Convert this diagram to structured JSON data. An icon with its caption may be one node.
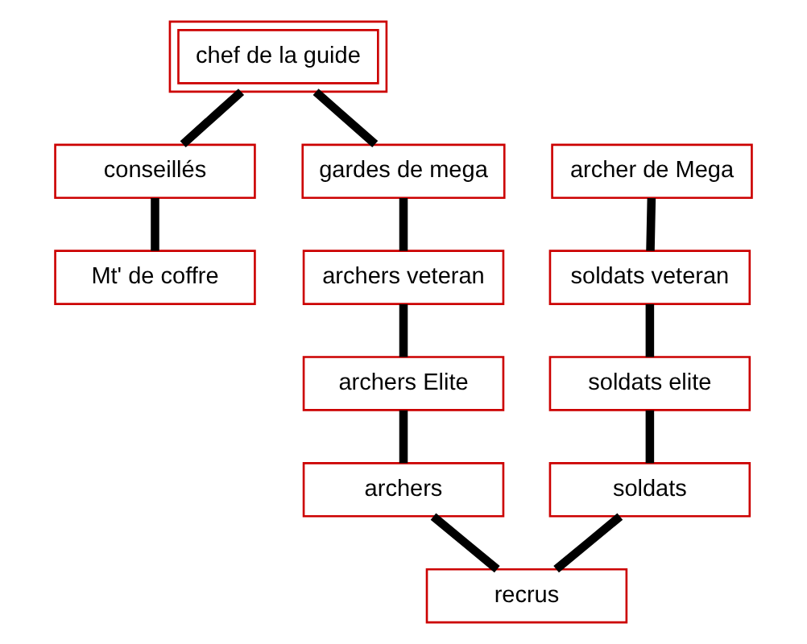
{
  "diagram": {
    "nodes": [
      {
        "text": [
          "chef de la guide"
        ]
      },
      {
        "text": [
          "conseillés"
        ]
      },
      {
        "text": [
          "gardes de mega"
        ]
      },
      {
        "text": [
          "archer de Mega"
        ]
      },
      {
        "text": [
          "Mt' de coffre"
        ]
      },
      {
        "text": [
          "archers veteran"
        ]
      },
      {
        "text": [
          "soldats veteran"
        ]
      },
      {
        "text": [
          "archers Elite"
        ]
      },
      {
        "text": [
          "soldats elite"
        ]
      },
      {
        "text": [
          "archers"
        ]
      },
      {
        "text": [
          "soldats"
        ]
      },
      {
        "text": [
          "recrus"
        ]
      }
    ],
    "edges": [
      {
        "from": 0,
        "to": 1,
        "arrow": "none"
      },
      {
        "from": 0,
        "to": 2,
        "arrow": "none"
      },
      {
        "from": 1,
        "to": 4,
        "arrow": "none"
      },
      {
        "from": 2,
        "to": 5,
        "arrow": "none"
      },
      {
        "from": 3,
        "to": 6,
        "arrow": "none"
      },
      {
        "from": 5,
        "to": 7,
        "arrow": "none"
      },
      {
        "from": 6,
        "to": 8,
        "arrow": "none"
      },
      {
        "from": 7,
        "to": 9,
        "arrow": "none"
      },
      {
        "from": 8,
        "to": 10,
        "arrow": "none"
      },
      {
        "from": 9,
        "to": 11,
        "arrow": "none"
      },
      {
        "from": 10,
        "to": 11,
        "arrow": "none"
      }
    ]
  }
}
